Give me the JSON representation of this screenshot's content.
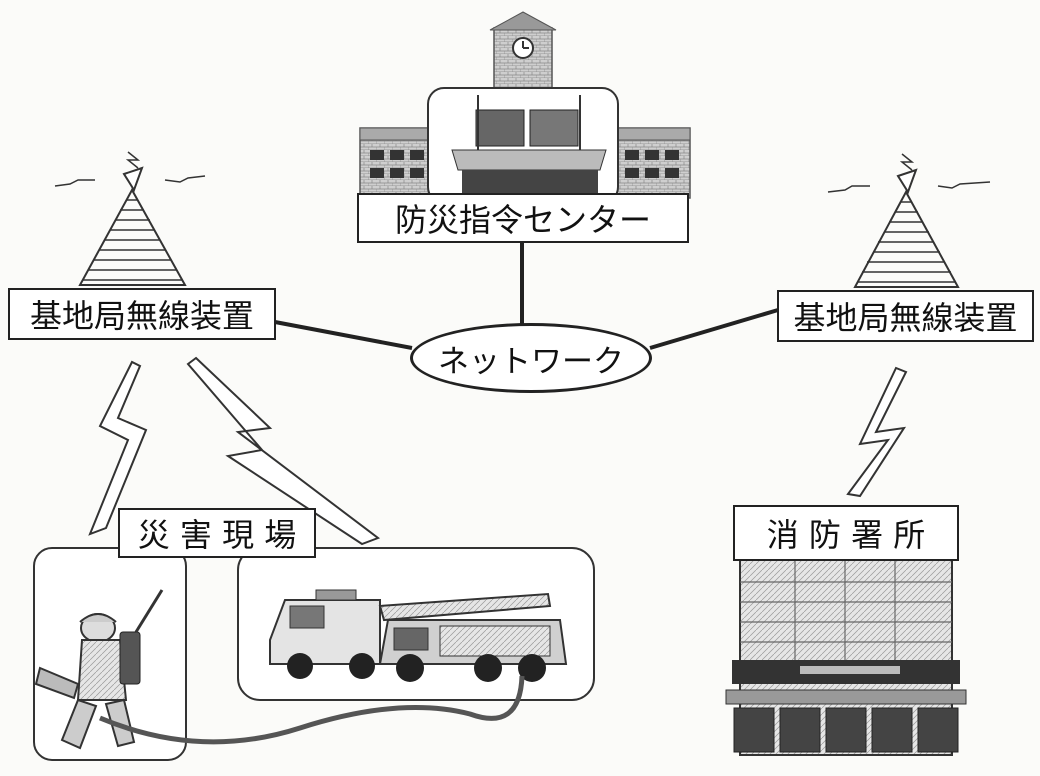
{
  "labels": {
    "command_center": "防災指令センター",
    "network": "ネットワーク",
    "base_station_left": "基地局無線装置",
    "base_station_right": "基地局無線装置",
    "disaster_site": "災 害 現 場",
    "fire_station": "消 防 署 所"
  }
}
